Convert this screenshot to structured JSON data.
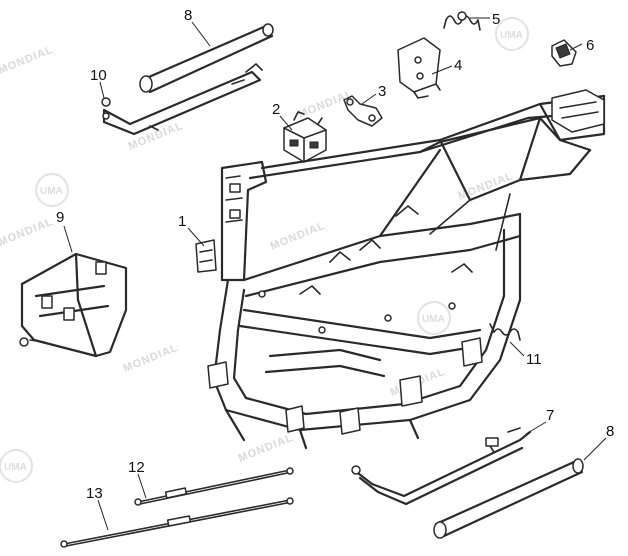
{
  "diagram": {
    "callouts": [
      {
        "label": "1"
      },
      {
        "label": "2"
      },
      {
        "label": "3"
      },
      {
        "label": "4"
      },
      {
        "label": "5"
      },
      {
        "label": "6"
      },
      {
        "label": "7"
      },
      {
        "label": "8"
      },
      {
        "label": "8"
      },
      {
        "label": "9"
      },
      {
        "label": "10"
      },
      {
        "label": "11"
      },
      {
        "label": "12"
      },
      {
        "label": "13"
      }
    ],
    "watermark": {
      "text": "MONDIAL",
      "logo_text": "UMA"
    }
  }
}
